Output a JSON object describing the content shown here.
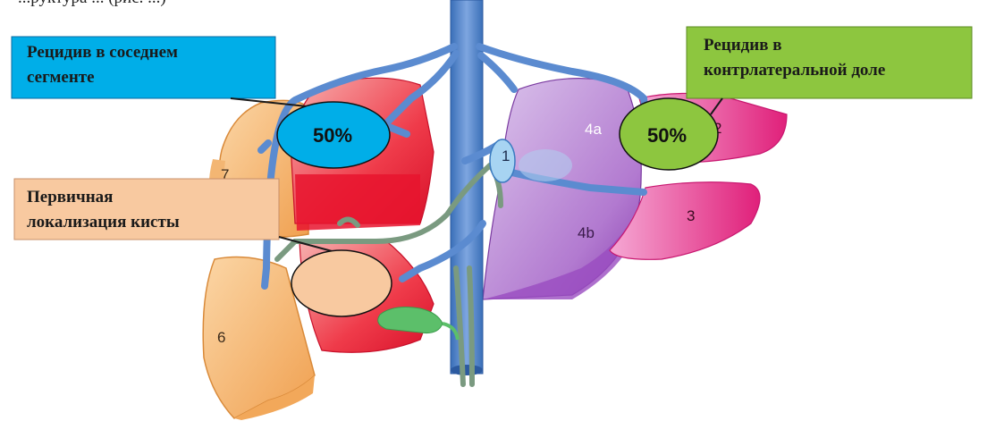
{
  "top_caption": "...руктура ... (рис. ...)",
  "callouts": {
    "adjacent_segment": {
      "line1": "Рецидив   в   соседнем",
      "line2": "сегменте",
      "percent": "50%",
      "color": "#00aee8"
    },
    "contralateral_lobe": {
      "line1": "Рецидив в",
      "line2": "контрлатеральной доле",
      "percent": "50%",
      "color": "#8dc63f"
    },
    "primary_location": {
      "line1": "Первичная",
      "line2": "локализация кисты",
      "color": "#f8c9a0"
    }
  },
  "segments": {
    "s1": "1",
    "s2": "2",
    "s3": "3",
    "s4a": "4a",
    "s4b": "4b",
    "s6": "6",
    "s7": "7"
  }
}
